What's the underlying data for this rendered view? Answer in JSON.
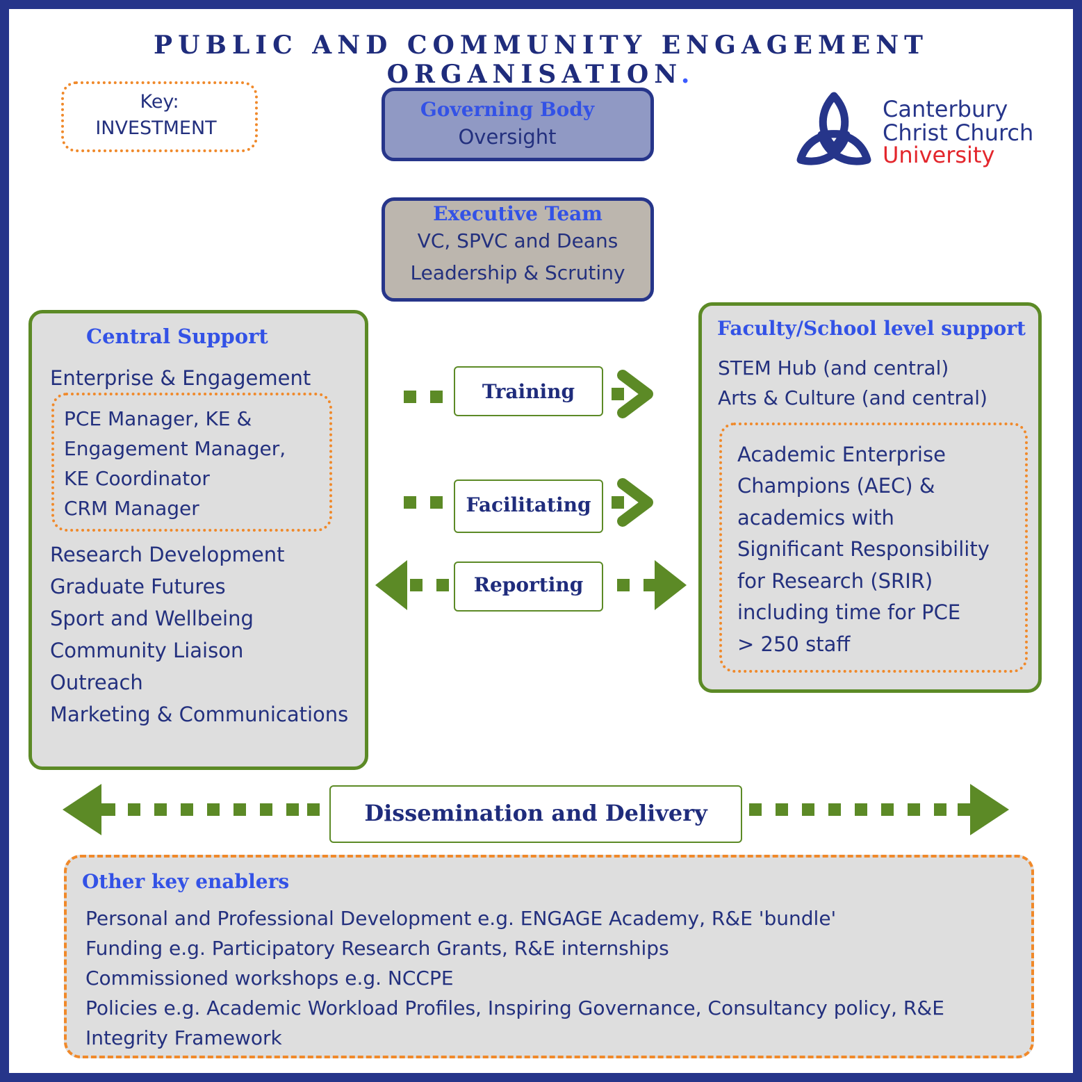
{
  "title": "PUBLIC AND COMMUNITY ENGAGEMENT ORGANISATION",
  "title_dot": ".",
  "key": {
    "label": "Key:",
    "value": "INVESTMENT"
  },
  "governing_body": {
    "heading": "Governing Body",
    "role": "Oversight"
  },
  "executive_team": {
    "heading": "Executive Team",
    "lines": [
      "VC, SPVC and Deans",
      "Leadership & Scrutiny"
    ]
  },
  "logo": {
    "lines": [
      "Canterbury",
      "Christ Church",
      "University"
    ],
    "colors": {
      "primary": "#26358a",
      "accent": "#e3262c"
    }
  },
  "central_support": {
    "heading": "Central Support",
    "first_item": "Enterprise & Engagement",
    "investment_items": [
      "PCE Manager, KE &",
      "Engagement Manager,",
      "KE Coordinator",
      "CRM Manager"
    ],
    "items": [
      "Research Development",
      "Graduate Futures",
      "Sport and Wellbeing",
      "Community Liaison",
      "Outreach",
      "Marketing & Communications"
    ]
  },
  "faculty_support": {
    "heading": "Faculty/School level support",
    "items": [
      "STEM Hub (and central)",
      "Arts & Culture (and central)"
    ],
    "investment_items": [
      "Academic Enterprise",
      "Champions (AEC) &",
      "academics with",
      "Significant Responsibility",
      "for Research (SRIR)",
      "including time for PCE",
      "> 250 staff"
    ]
  },
  "flows": {
    "training": "Training",
    "facilitating": "Facilitating",
    "reporting": "Reporting",
    "dissemination": "Dissemination and Delivery"
  },
  "enablers": {
    "heading": "Other key enablers",
    "lines": [
      "Personal and Professional Development e.g. ENGAGE Academy, R&E 'bundle'",
      "Funding e.g. Participatory Research Grants, R&E internships",
      "Commissioned workshops e.g. NCCPE",
      "Policies e.g. Academic Workload Profiles, Inspiring Governance, Consultancy policy, R&E",
      "Integrity Framework"
    ]
  },
  "colors": {
    "frame": "#26358a",
    "green": "#5c8a26",
    "orange": "#f0892a",
    "heading_blue": "#3352e6",
    "grey_panel": "#dedede"
  }
}
